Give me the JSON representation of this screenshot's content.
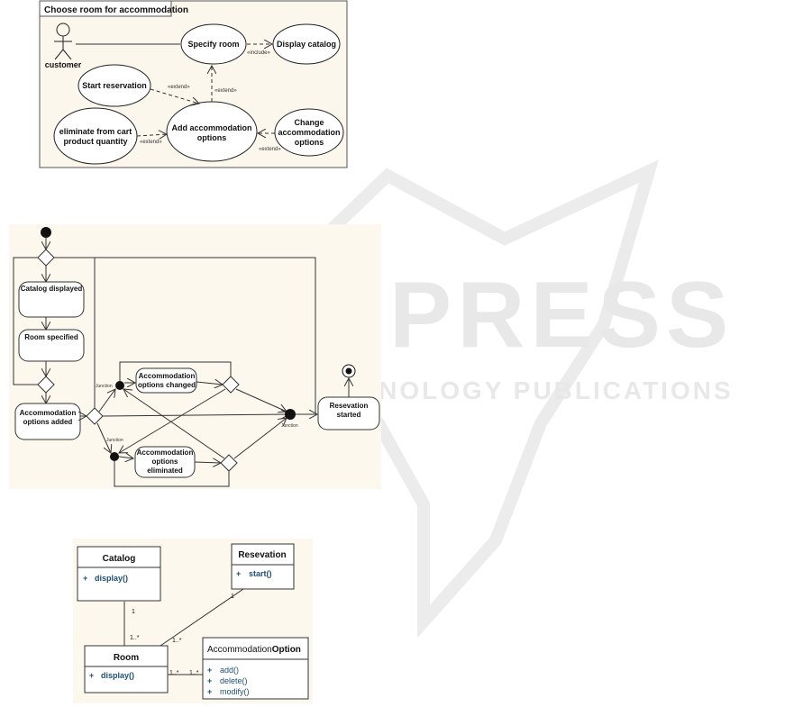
{
  "watermark": {
    "brand": "SCITEPRESS",
    "tagline": "SCIENCE AND TECHNOLOGY PUBLICATIONS"
  },
  "use_case": {
    "frame_title": "Choose room for accommodation",
    "actor": "customer",
    "uc_specify": "Specify room",
    "uc_catalog": "Display catalog",
    "uc_start_reservation": "Start reservation",
    "uc_add_options_1": "Add accommodation",
    "uc_add_options_2": "options",
    "uc_eliminate_1": "eliminate from cart",
    "uc_eliminate_2": "product quantity",
    "uc_change_1": "Change",
    "uc_change_2": "accommodation",
    "uc_change_3": "options",
    "include": "«include»",
    "extend": "«extend»"
  },
  "activity": {
    "catalog_displayed": "Catalog displayed",
    "room_specified": "Room specified",
    "options_added_1": "Accommodation",
    "options_added_2": "options added",
    "options_changed_1": "Accommodation",
    "options_changed_2": "options changed",
    "options_eliminated_1": "Accommodation",
    "options_eliminated_2": "options",
    "options_eliminated_3": "eliminated",
    "reservation_started_1": "Resevation",
    "reservation_started_2": "started",
    "junction": "Junction"
  },
  "class_diagram": {
    "catalog": {
      "name": "Catalog",
      "vis": "+",
      "op": "display()"
    },
    "resevation": {
      "name": "Resevation",
      "vis": "+",
      "op": "start()"
    },
    "room": {
      "name": "Room",
      "vis": "+",
      "op": "display()"
    },
    "option": {
      "name_a": "Accommodation",
      "name_b": "Option",
      "vis": "+",
      "ops": [
        "add()",
        "delete()",
        "modify()"
      ]
    },
    "mult": {
      "one": "1",
      "many": "1..*"
    }
  }
}
